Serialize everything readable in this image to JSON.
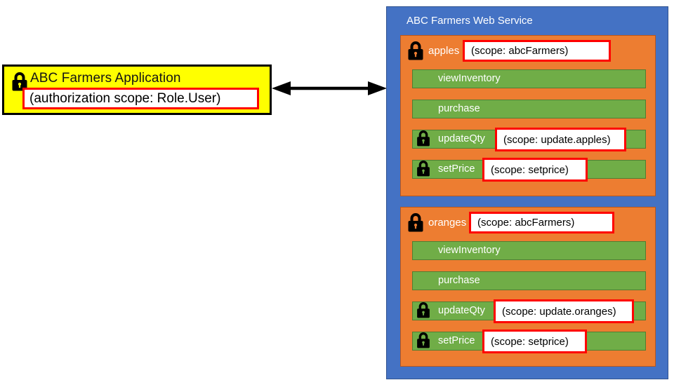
{
  "app_box": {
    "title": "ABC Farmers Application",
    "scope_label": "(authorization scope: Role.User)"
  },
  "web_service": {
    "title": "ABC Farmers Web Service",
    "resources": [
      {
        "name": "apples",
        "scope_label": "(scope: abcFarmers)",
        "methods": [
          {
            "name": "viewInventory"
          },
          {
            "name": "purchase"
          },
          {
            "name": "updateQty",
            "scope_label": "(scope: update.apples)"
          },
          {
            "name": "setPrice",
            "scope_label": "(scope: setprice)"
          }
        ]
      },
      {
        "name": "oranges",
        "scope_label": "(scope: abcFarmers)",
        "methods": [
          {
            "name": "viewInventory"
          },
          {
            "name": "purchase"
          },
          {
            "name": "updateQty",
            "scope_label": "(scope: update.oranges)"
          },
          {
            "name": "setPrice",
            "scope_label": "(scope: setprice)"
          }
        ]
      }
    ]
  },
  "icons": {
    "lock": "padlock",
    "arrow": "double-headed-arrow"
  },
  "colors": {
    "app_fill": "#FFFF00",
    "app_border": "#000000",
    "service_fill": "#4472C4",
    "service_border": "#2F528F",
    "resource_fill": "#ED7D31",
    "resource_border": "#B9561C",
    "method_fill": "#70AD47",
    "method_border": "#507E32",
    "highlight_border": "#FF0000",
    "highlight_fill": "#FFFFFF",
    "arrow_color": "#000000"
  }
}
